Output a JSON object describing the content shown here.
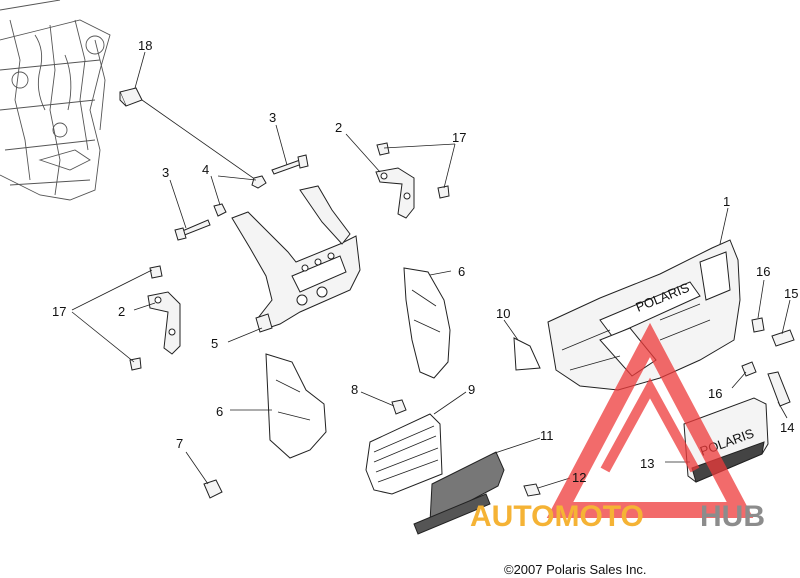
{
  "callouts": {
    "c1": "1",
    "c2a": "2",
    "c2b": "2",
    "c3a": "3",
    "c3b": "3",
    "c4": "4",
    "c5": "5",
    "c6a": "6",
    "c6b": "6",
    "c7": "7",
    "c8": "8",
    "c9": "9",
    "c10": "10",
    "c11": "11",
    "c12": "12",
    "c13": "13",
    "c14": "14",
    "c15": "15",
    "c16a": "16",
    "c16b": "16",
    "c17a": "17",
    "c17b": "17",
    "c18": "18"
  },
  "copyright": "©2007 Polaris Sales Inc.",
  "bumper_logo": "POLARIS",
  "plate_logo": "POLARIS",
  "watermark": {
    "part1": "AUTOMOTO",
    "part2": "HUB",
    "color_primary": "#f5b335",
    "color_secondary": "#8c8c8c",
    "triangle_color": "#ee3a3a"
  }
}
